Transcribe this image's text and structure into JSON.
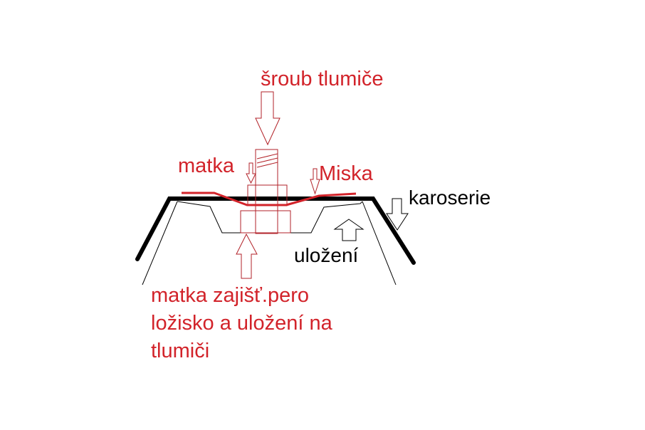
{
  "colors": {
    "red": "#d2232a",
    "dark_red": "#b22228",
    "black": "#000000",
    "background": "#ffffff"
  },
  "labels": {
    "bolt": "šroub tlumiče",
    "nut": "matka",
    "cup": "Miska",
    "body": "karoserie",
    "mount": "uložení",
    "bottom_line1": "matka zajišť.pero",
    "bottom_line2": "ložisko a uložení na",
    "bottom_line3": "tlumiči"
  },
  "arrows": [
    {
      "name": "bolt-arrow",
      "direction": "down",
      "color": "dark_red"
    },
    {
      "name": "nut-arrow",
      "direction": "down",
      "color": "dark_red"
    },
    {
      "name": "cup-arrow",
      "direction": "down",
      "color": "dark_red"
    },
    {
      "name": "body-arrow",
      "direction": "down-left",
      "color": "black"
    },
    {
      "name": "mount-arrow",
      "direction": "up",
      "color": "black"
    },
    {
      "name": "lower-nut-arrow",
      "direction": "up",
      "color": "dark_red"
    }
  ]
}
